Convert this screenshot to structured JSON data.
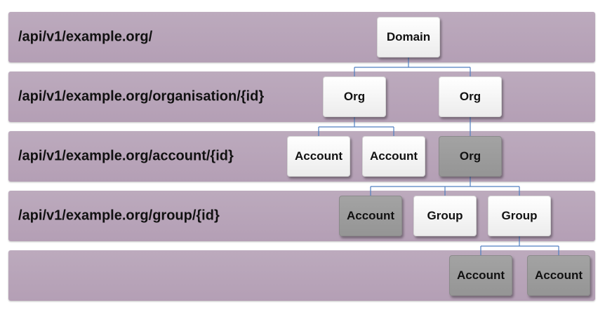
{
  "levels": [
    {
      "path": "/api/v1/example.org/"
    },
    {
      "path": "/api/v1/example.org/organisation/{id}"
    },
    {
      "path": "/api/v1/example.org/account/{id}"
    },
    {
      "path": "/api/v1/example.org/group/{id}"
    },
    {
      "path": ""
    }
  ],
  "nodes": {
    "domain": {
      "label": "Domain",
      "style": "white"
    },
    "org_left": {
      "label": "Org",
      "style": "white"
    },
    "org_right": {
      "label": "Org",
      "style": "white"
    },
    "account_1": {
      "label": "Account",
      "style": "white"
    },
    "account_2": {
      "label": "Account",
      "style": "white"
    },
    "org_sub": {
      "label": "Org",
      "style": "gray"
    },
    "account_3": {
      "label": "Account",
      "style": "gray"
    },
    "group_1": {
      "label": "Group",
      "style": "white"
    },
    "group_2": {
      "label": "Group",
      "style": "white"
    },
    "account_4": {
      "label": "Account",
      "style": "gray"
    },
    "account_5": {
      "label": "Account",
      "style": "gray"
    }
  },
  "colors": {
    "band": "#b49fb5",
    "connector": "#4f7fc0",
    "node_white": "#ffffff",
    "node_gray": "#999999"
  }
}
